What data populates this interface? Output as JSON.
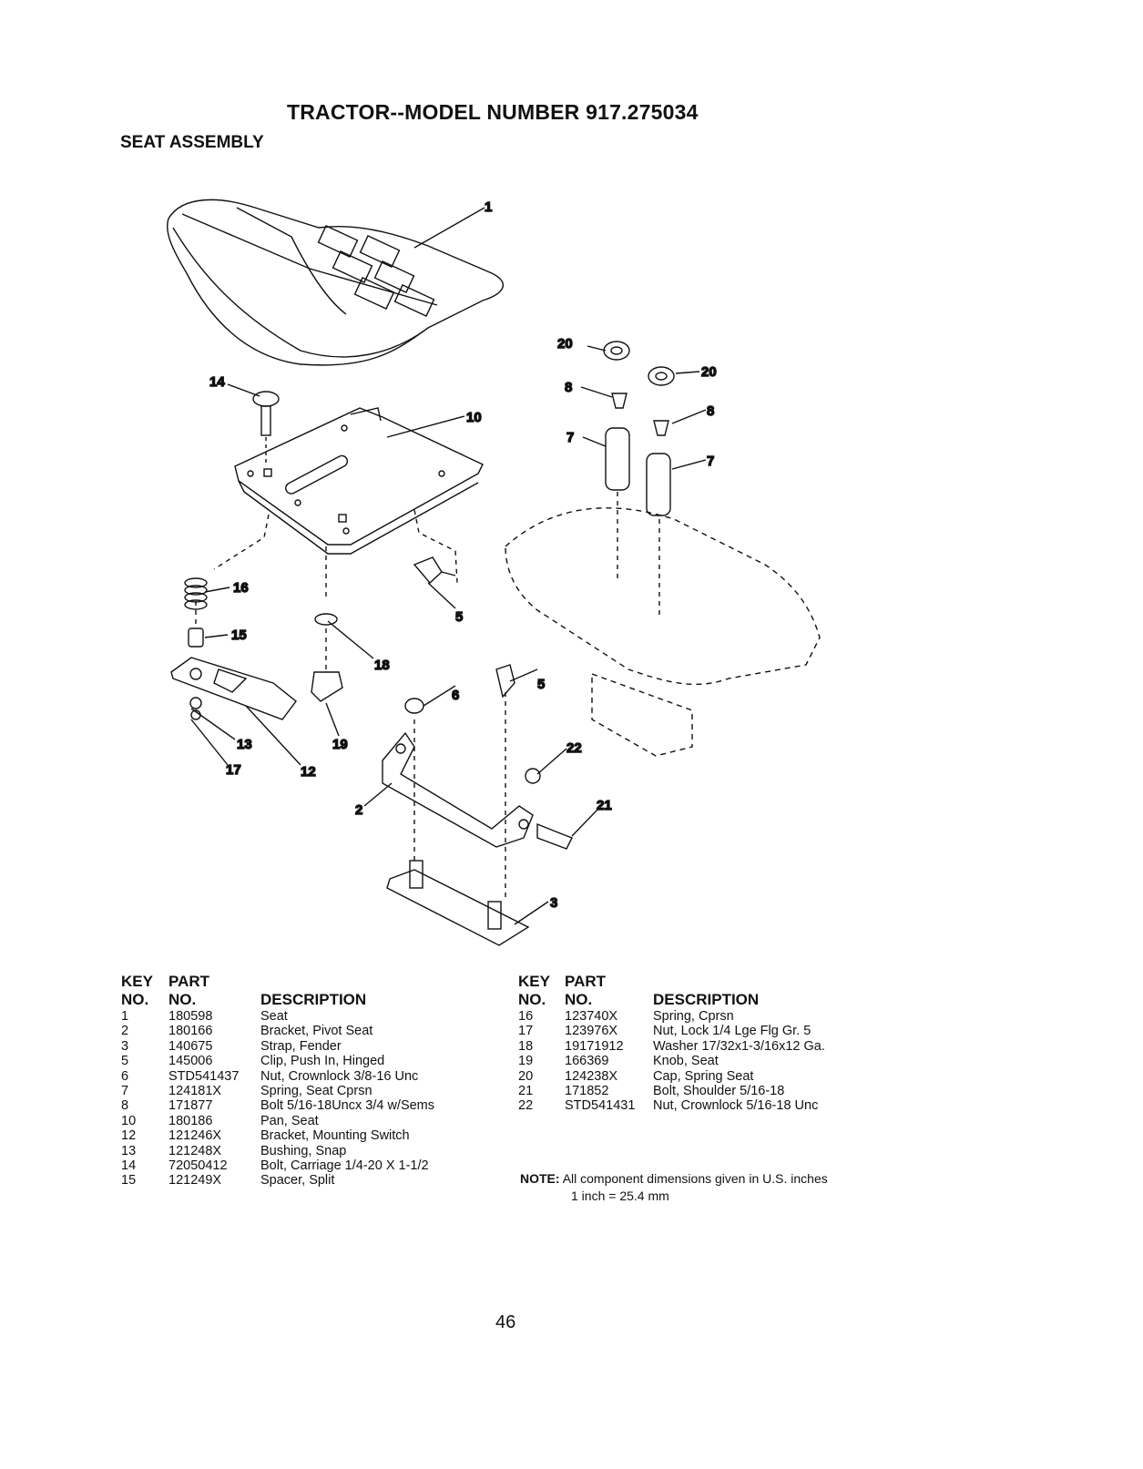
{
  "page": {
    "title": "TRACTOR--MODEL NUMBER 917.275034",
    "section": "SEAT ASSEMBLY",
    "page_number": "46"
  },
  "diagram": {
    "callouts": [
      "1",
      "14",
      "10",
      "16",
      "15",
      "5",
      "18",
      "13",
      "17",
      "12",
      "19",
      "6",
      "5",
      "2",
      "22",
      "21",
      "3",
      "20",
      "8",
      "7",
      "20",
      "8",
      "7"
    ]
  },
  "table_headers": {
    "key_line1": "KEY",
    "key_line2": "NO.",
    "part_line1": "PART",
    "part_line2": "NO.",
    "description": "DESCRIPTION"
  },
  "parts_left": [
    {
      "key": "1",
      "part": "180598",
      "desc": "Seat"
    },
    {
      "key": "2",
      "part": "180166",
      "desc": "Bracket, Pivot Seat"
    },
    {
      "key": "3",
      "part": "140675",
      "desc": "Strap, Fender"
    },
    {
      "key": "5",
      "part": "145006",
      "desc": "Clip, Push In, Hinged"
    },
    {
      "key": "6",
      "part": "STD541437",
      "desc": "Nut, Crownlock 3/8-16 Unc"
    },
    {
      "key": "7",
      "part": "124181X",
      "desc": "Spring, Seat Cprsn"
    },
    {
      "key": "8",
      "part": "171877",
      "desc": "Bolt 5/16-18Uncx 3/4 w/Sems"
    },
    {
      "key": "10",
      "part": "180186",
      "desc": "Pan, Seat"
    },
    {
      "key": "12",
      "part": "121246X",
      "desc": "Bracket, Mounting Switch"
    },
    {
      "key": "13",
      "part": "121248X",
      "desc": "Bushing, Snap"
    },
    {
      "key": "14",
      "part": "72050412",
      "desc": "Bolt, Carriage 1/4-20 X 1-1/2"
    },
    {
      "key": "15",
      "part": "121249X",
      "desc": "Spacer, Split"
    }
  ],
  "parts_right": [
    {
      "key": "16",
      "part": "123740X",
      "desc": "Spring, Cprsn"
    },
    {
      "key": "17",
      "part": "123976X",
      "desc": "Nut, Lock 1/4 Lge Flg Gr. 5"
    },
    {
      "key": "18",
      "part": "19171912",
      "desc": "Washer 17/32x1-3/16x12 Ga."
    },
    {
      "key": "19",
      "part": "166369",
      "desc": "Knob, Seat"
    },
    {
      "key": "20",
      "part": "124238X",
      "desc": "Cap, Spring Seat"
    },
    {
      "key": "21",
      "part": "171852",
      "desc": "Bolt, Shoulder 5/16-18"
    },
    {
      "key": "22",
      "part": "STD541431",
      "desc": "Nut, Crownlock 5/16-18 Unc"
    }
  ],
  "note": {
    "label": "NOTE:",
    "line1": "All component dimensions given in U.S. inches",
    "line2": "1 inch = 25.4 mm"
  }
}
